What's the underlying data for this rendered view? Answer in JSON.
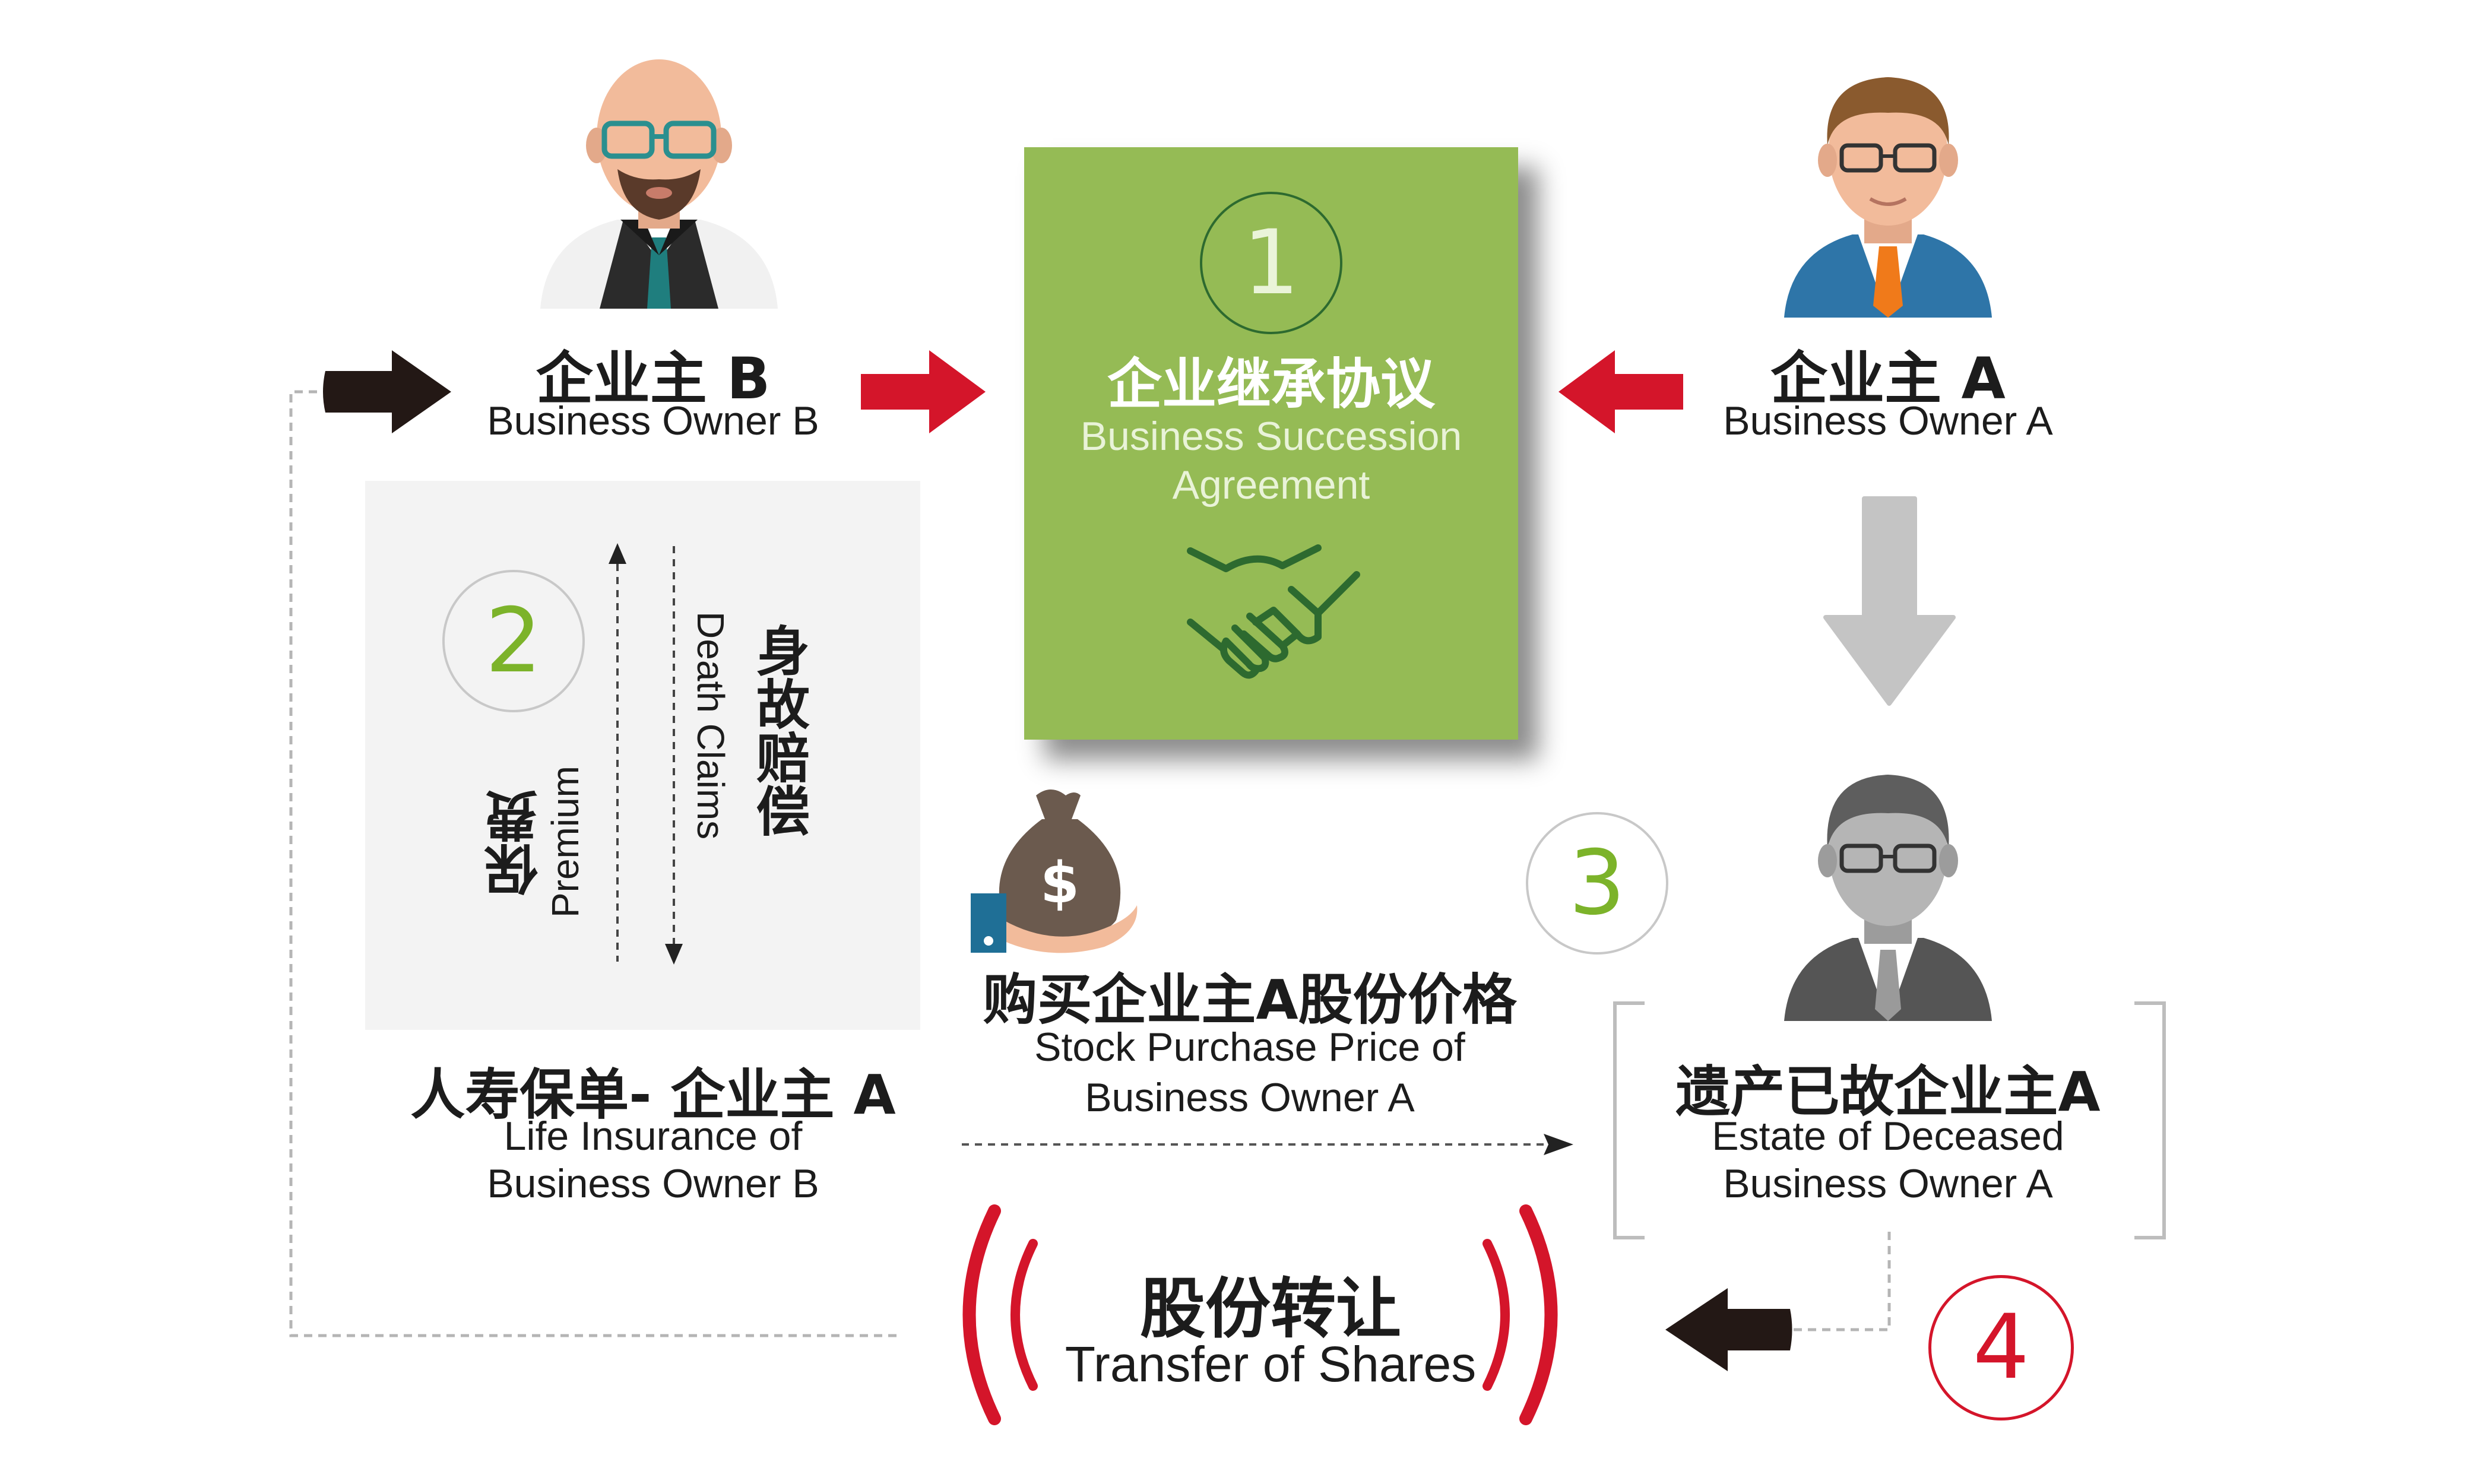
{
  "colors": {
    "green_box": "#95bb55",
    "green_dark": "#2d6a2f",
    "green_num": "#7cb32a",
    "red": "#d4152a",
    "dark_arrow": "#231815",
    "gray_arrow": "#c4c4c4",
    "panel": "#f3f3f3"
  },
  "owner_b": {
    "cn": "企业主 B",
    "en": "Business Owner B"
  },
  "owner_a": {
    "cn": "企业主 A",
    "en": "Business Owner A"
  },
  "agreement": {
    "num": "1",
    "cn": "企业继承协议",
    "en_line1": "Business Succession",
    "en_line2": "Agreement"
  },
  "insurance": {
    "num": "2",
    "death_cn": "身故赔偿",
    "death_en": "Death Claims",
    "premium_cn": "保费",
    "premium_en": "Premium",
    "policy_cn": "人寿保单- 企业主 A",
    "policy_en_line1": "Life Insurance of",
    "policy_en_line2": "Business Owner B"
  },
  "purchase": {
    "cn": "购买企业主A股份价格",
    "en_line1": "Stock Purchase Price of",
    "en_line2": "Business Owner A"
  },
  "estate": {
    "num": "3",
    "cn": "遗产已故企业主A",
    "en_line1": "Estate of Deceased",
    "en_line2": "Business Owner A"
  },
  "transfer": {
    "num": "4",
    "cn": "股份转让",
    "en": "Transfer of Shares"
  },
  "icons": [
    "owner-b-avatar-icon",
    "owner-a-avatar-icon",
    "deceased-owner-avatar-icon",
    "handshake-icon",
    "money-bag-hand-icon"
  ]
}
